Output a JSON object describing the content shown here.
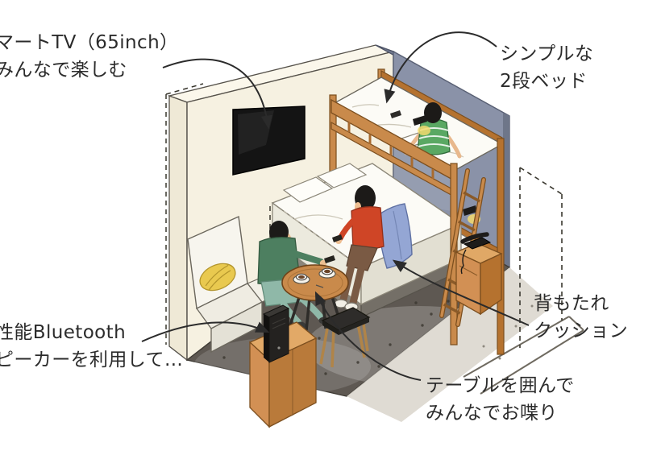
{
  "annotations": {
    "tv": {
      "line1": "マートTV（65inch）",
      "line2": "みんなで楽しむ"
    },
    "bunk_bed": {
      "line1": "シンプルな",
      "line2": "2段ベッド"
    },
    "speaker": {
      "line1": "性能Bluetooth",
      "line2": "ピーカーを利用して…"
    },
    "backrest_cushion": {
      "line1": "背もたれ",
      "line2": "クッション"
    },
    "table": {
      "line1": "テーブルを囲んで",
      "line2": "みんなでお喋り"
    }
  },
  "colors": {
    "wall_cream": "#f6f1e1",
    "wall_top": "#fbf7eb",
    "accent_wall": "#8a92a8",
    "wood": "#c98a4b",
    "carpet": "#5e5852",
    "bedding_white": "#fcfbf6",
    "cushion_blue": "#94a6d4",
    "pillow_yellow": "#e9c94f",
    "sweater_green": "#4d7f60",
    "shirt_green": "#5aa863",
    "top_red": "#cf4526",
    "ink": "#2b2b2b"
  }
}
